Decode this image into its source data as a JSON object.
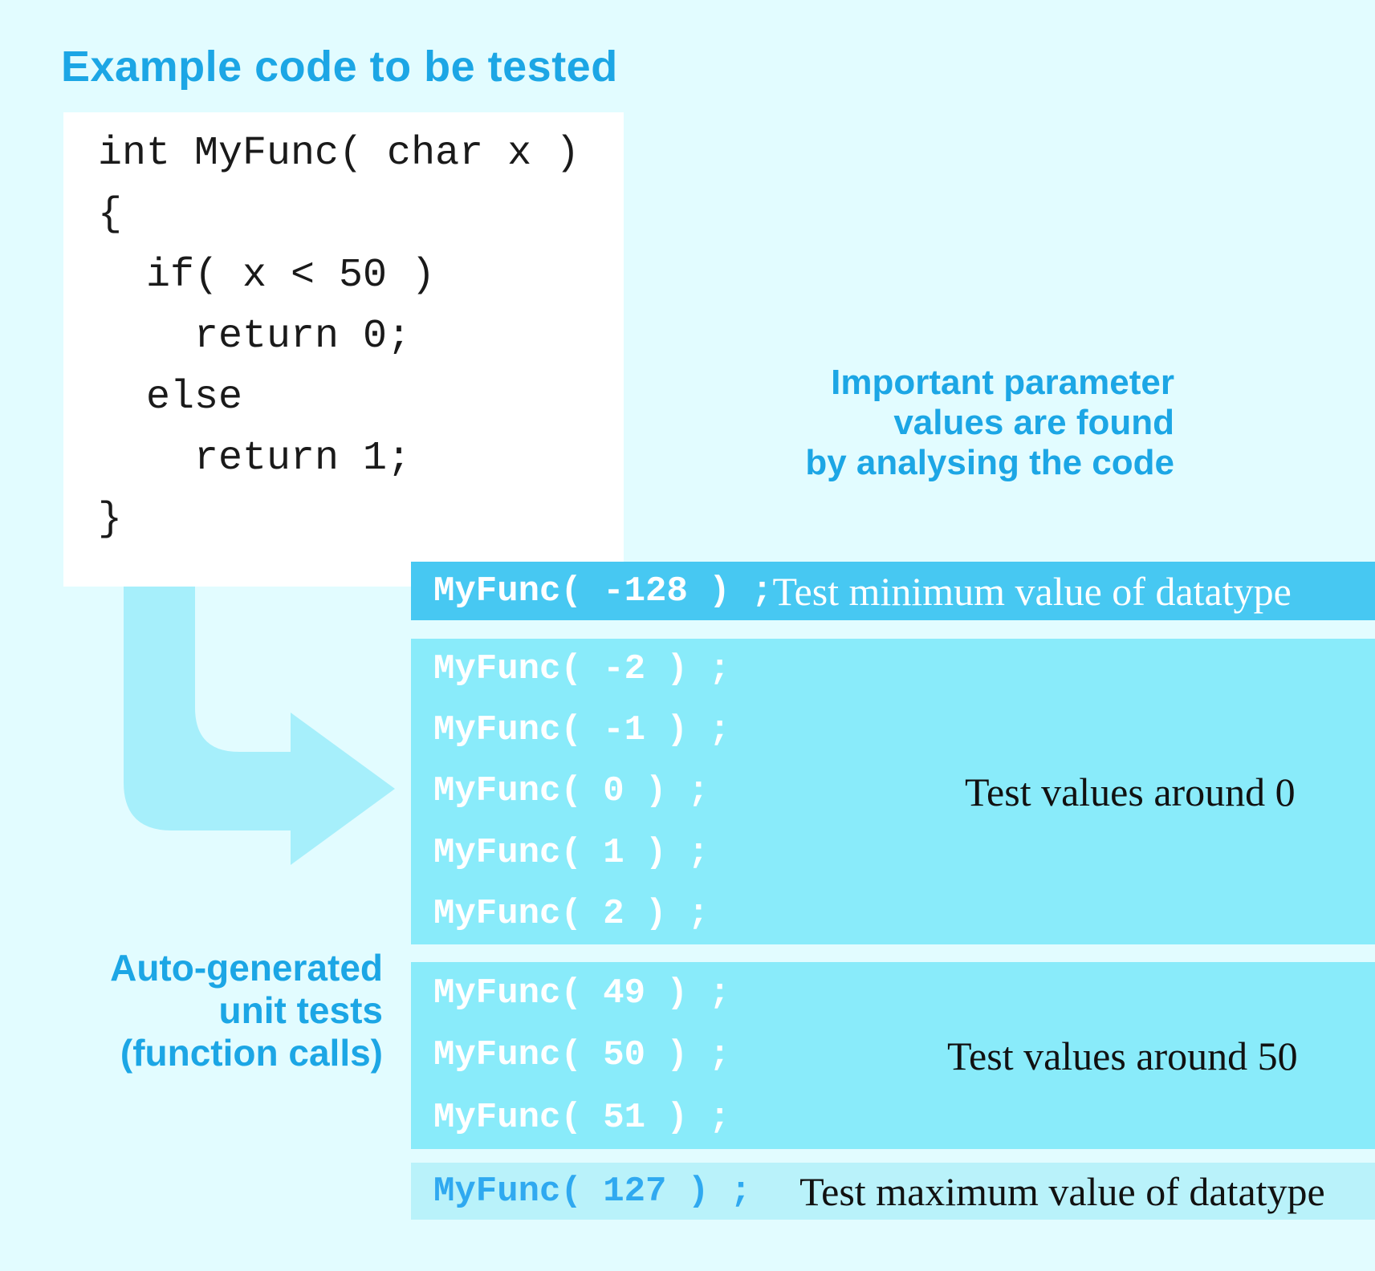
{
  "colors": {
    "background": "#E2FCFF",
    "code_box_bg": "#FFFFFF",
    "code_text": "#1A1A1A",
    "accent_blue": "#1CA6E5",
    "bar_dark": "#47C8F2",
    "bar_light": "#89EBFA",
    "bar_pale": "#B9F2FA",
    "arrow": "#A6EFFB",
    "call_white": "#FFFFFF",
    "call_blue": "#2FA9F0",
    "note_dark": "#111111"
  },
  "heading": "Example code to be tested",
  "code_box": {
    "lines": [
      "int MyFunc( char x )",
      "{",
      "  if( x < 50 )",
      "    return 0;",
      "  else",
      "    return 1;",
      "}"
    ]
  },
  "note_parameter_values": {
    "lines": [
      "Important parameter",
      "values are found",
      "by analysing the code"
    ]
  },
  "label_auto_generated": {
    "lines": [
      "Auto-generated",
      "unit tests",
      "(function calls)"
    ]
  },
  "tests": {
    "min": {
      "call": "MyFunc( -128 ) ;",
      "note": "Test minimum value of datatype"
    },
    "around_0": {
      "calls": [
        "MyFunc( -2 ) ;",
        "MyFunc( -1 ) ;",
        "MyFunc( 0 ) ;",
        "MyFunc( 1 ) ;",
        "MyFunc( 2 ) ;"
      ],
      "note": "Test values around 0"
    },
    "around_50": {
      "calls": [
        "MyFunc( 49 ) ;",
        "MyFunc( 50 ) ;",
        "MyFunc( 51 ) ;"
      ],
      "note": "Test values around 50"
    },
    "max": {
      "call": "MyFunc( 127 ) ;",
      "note": "Test maximum value of datatype"
    }
  }
}
